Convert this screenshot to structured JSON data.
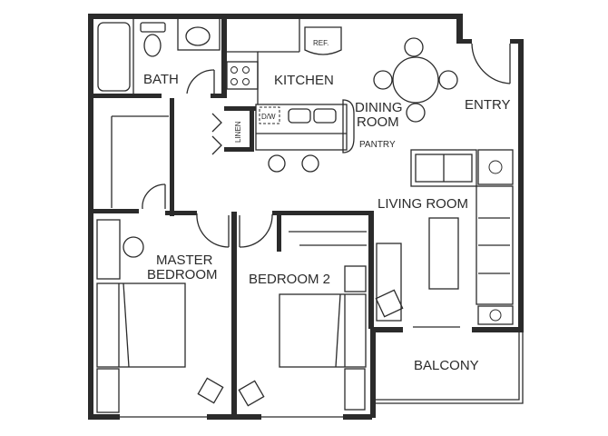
{
  "plan": {
    "background": "#ffffff",
    "ink": "#2b2b2b",
    "rooms": {
      "bath": "BATH",
      "kitchen": "KITCHEN",
      "dining_line1": "DINING",
      "dining_line2": "ROOM",
      "entry": "ENTRY",
      "pantry": "PANTRY",
      "living": "LIVING ROOM",
      "master_line1": "MASTER",
      "master_line2": "BEDROOM",
      "bedroom2": "BEDROOM 2",
      "balcony": "BALCONY"
    },
    "fixtures": {
      "ref": "REF.",
      "dw": "D/W",
      "linen": "LINEN"
    }
  }
}
